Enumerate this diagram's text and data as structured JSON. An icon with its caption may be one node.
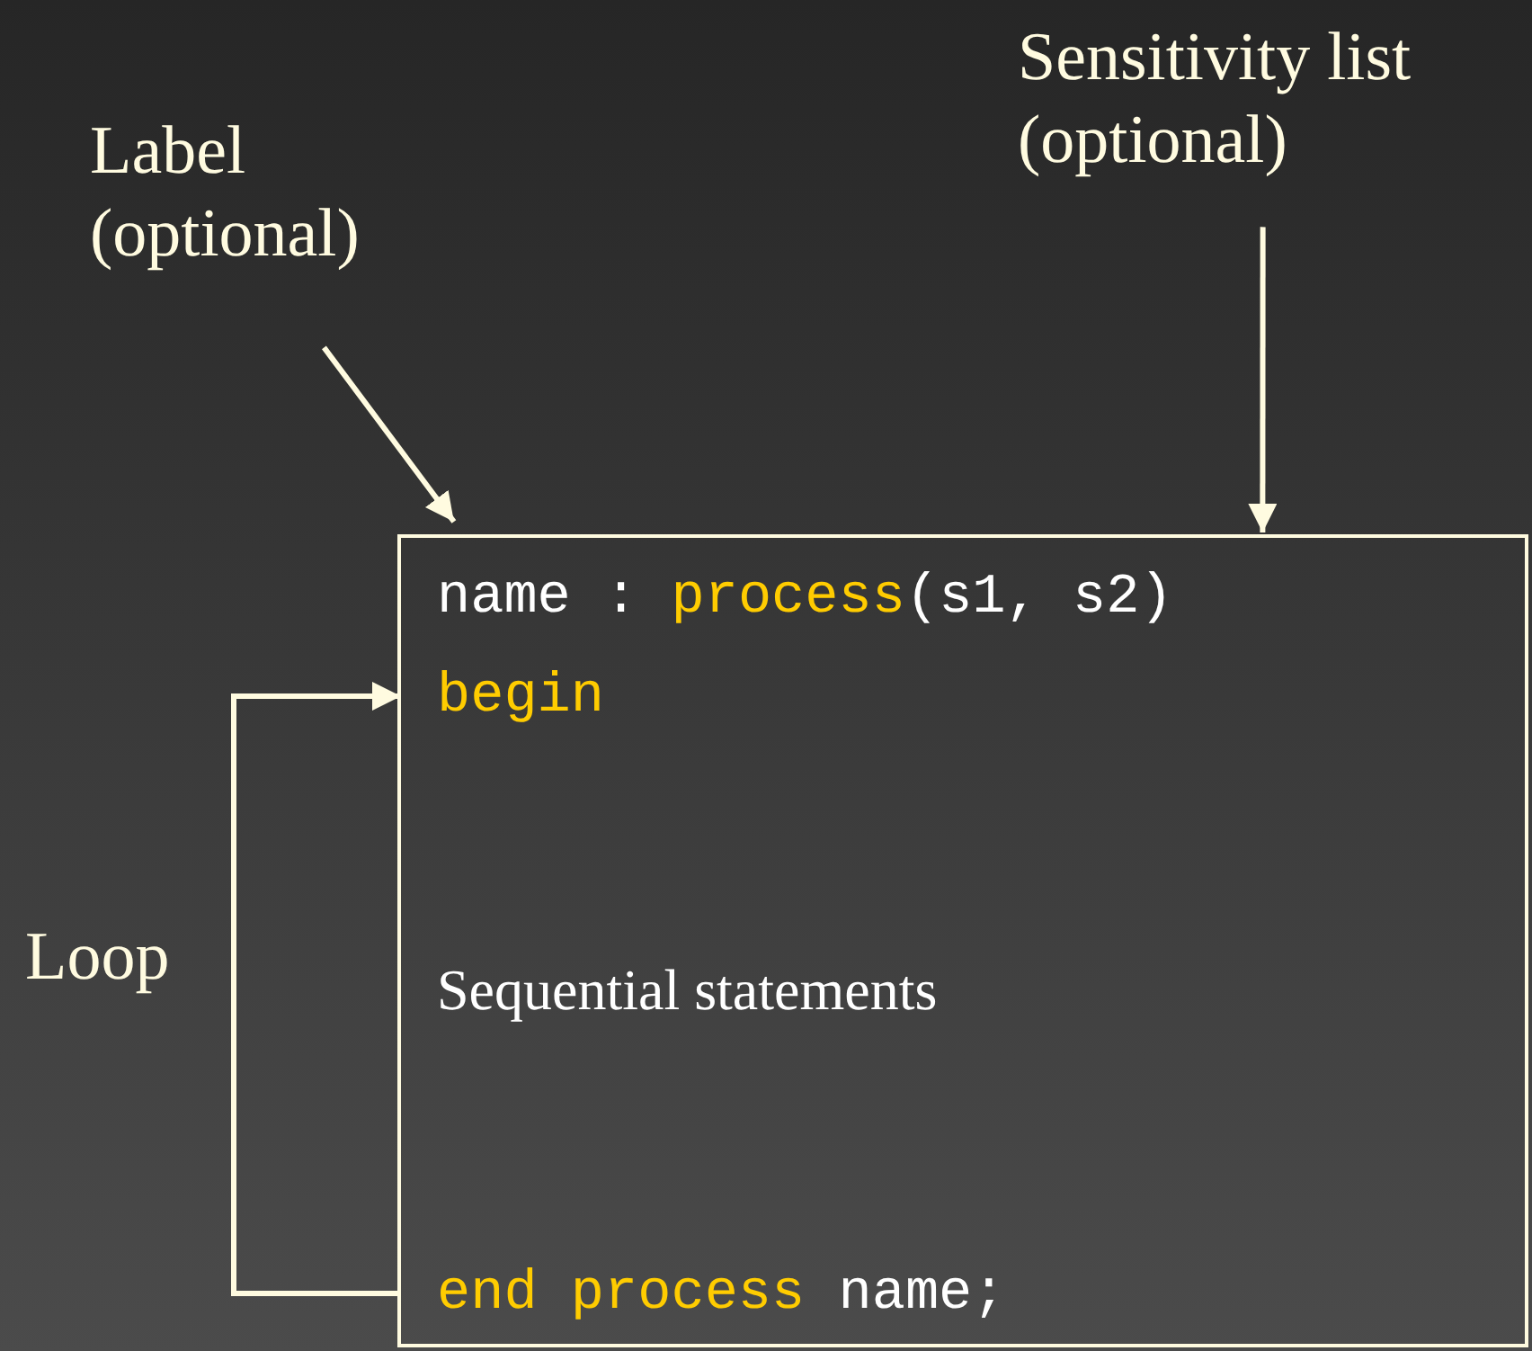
{
  "diagram": {
    "nodes": [
      {
        "text": [
          "Label (optional)"
        ]
      },
      {
        "text": [
          "Sensitivity list (optional)"
        ]
      },
      {
        "text": [],
        "shape": "box"
      },
      {
        "text": [
          "name : process(s1, s2)"
        ],
        "in": 2
      },
      {
        "text": [
          "begin"
        ],
        "in": 2
      },
      {
        "text": [
          "Sequential statements"
        ],
        "in": 2
      },
      {
        "text": [
          "end process name;"
        ],
        "in": 2
      }
    ],
    "edges": [
      {
        "from": 0,
        "to": 2,
        "arrow": "to"
      },
      {
        "from": 1,
        "to": 2,
        "arrow": "to"
      },
      {
        "from": 6,
        "to": 4,
        "arrow": "to"
      }
    ],
    "labels": [
      "Loop"
    ]
  }
}
